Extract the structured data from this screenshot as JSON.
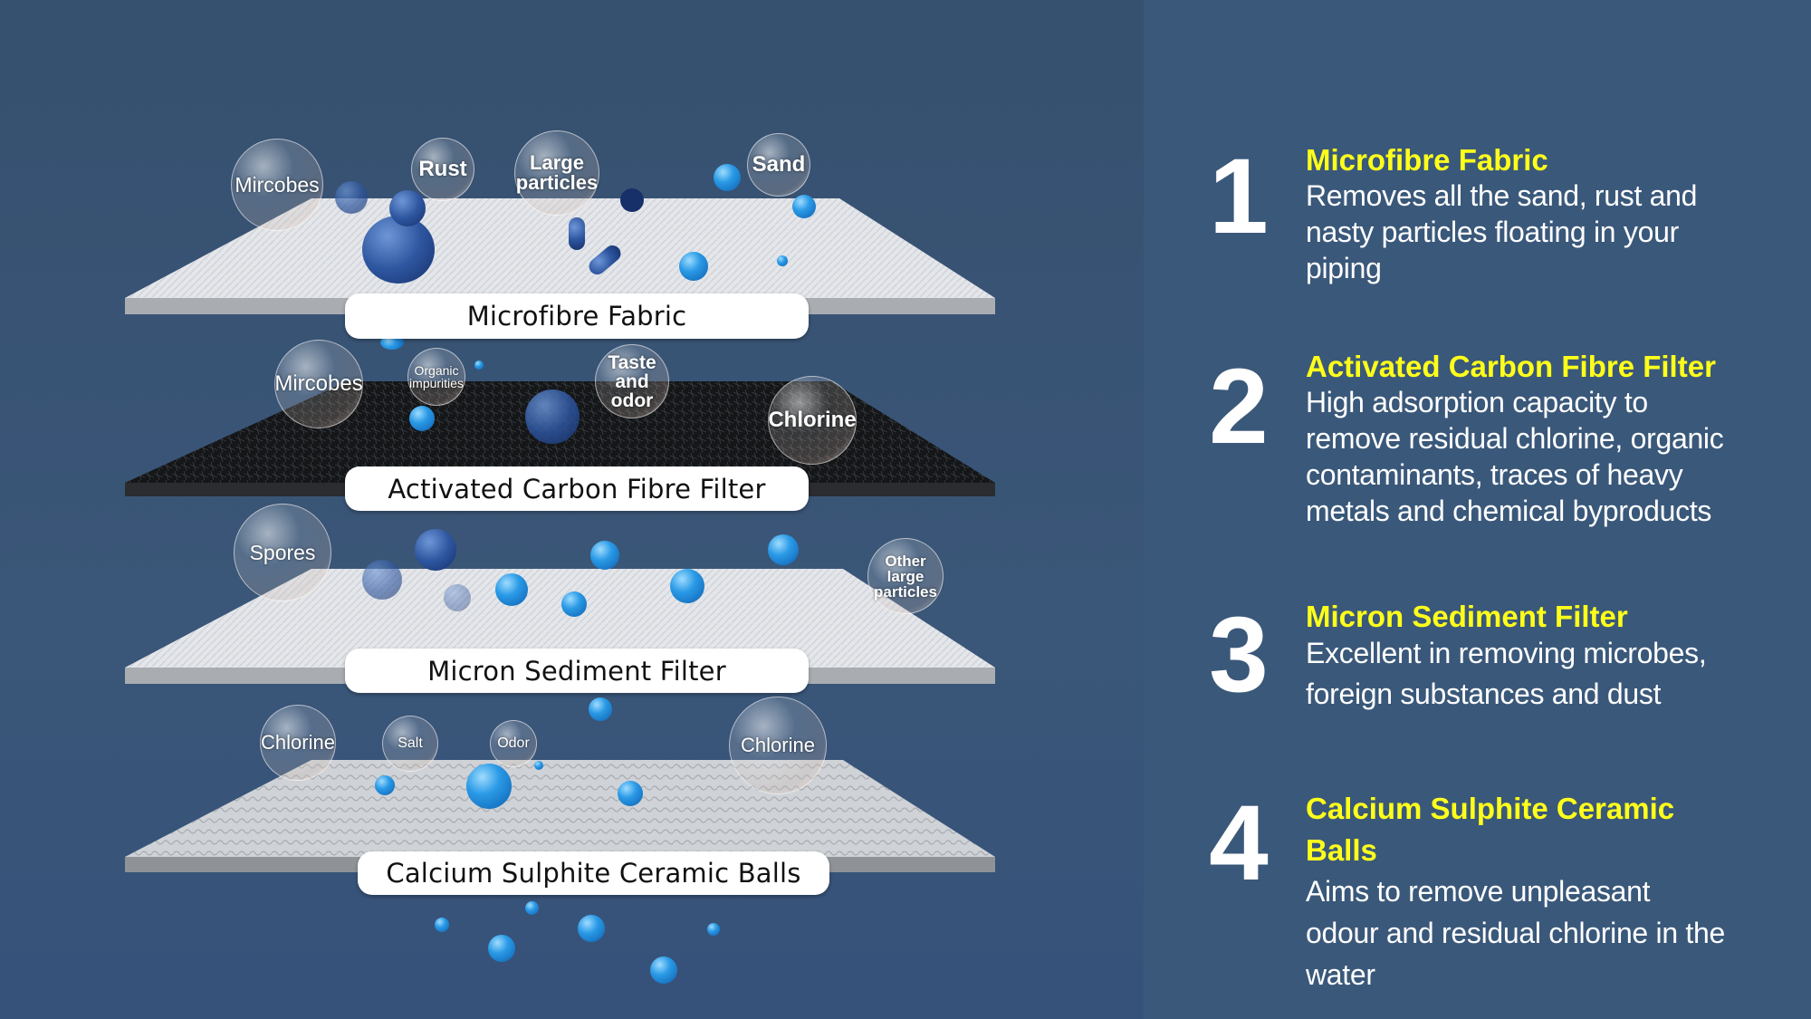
{
  "layers": [
    {
      "label": "Microfibre Fabric",
      "bubbles": [
        "Mircobes",
        "Rust",
        "Large particles",
        "Sand"
      ]
    },
    {
      "label": "Activated Carbon Fibre Filter",
      "bubbles": [
        "Mircobes",
        "Organic impurities",
        "Taste and odor",
        "Chlorine"
      ]
    },
    {
      "label": "Micron Sediment Filter",
      "bubbles": [
        "Spores",
        "Other large particles"
      ]
    },
    {
      "label": "Calcium Sulphite Ceramic Balls",
      "bubbles": [
        "Chlorine",
        "Salt",
        "Odor",
        "Chlorine"
      ]
    }
  ],
  "steps": [
    {
      "number": "1",
      "title": "Microfibre Fabric",
      "lines": [
        "Removes all the sand, rust and",
        "nasty particles floating in your",
        "piping"
      ]
    },
    {
      "number": "2",
      "title": "Activated Carbon Fibre Filter",
      "lines": [
        "High adsorption capacity to",
        "remove residual chlorine, organic",
        "contaminants, traces of heavy",
        "metals and chemical byproducts"
      ]
    },
    {
      "number": "3",
      "title": "Micron Sediment Filter",
      "lines": [
        "Excellent in removing microbes,",
        "foreign substances and dust"
      ]
    },
    {
      "number": "4",
      "title_lines": [
        "Calcium Sulphite Ceramic",
        "Balls"
      ],
      "lines": [
        "Aims to remove unpleasant",
        "odour and residual chlorine in the",
        "water"
      ]
    }
  ],
  "colors": {
    "background": "#36506f",
    "accent_title": "#ffff1a",
    "body_text": "#ffffff"
  }
}
